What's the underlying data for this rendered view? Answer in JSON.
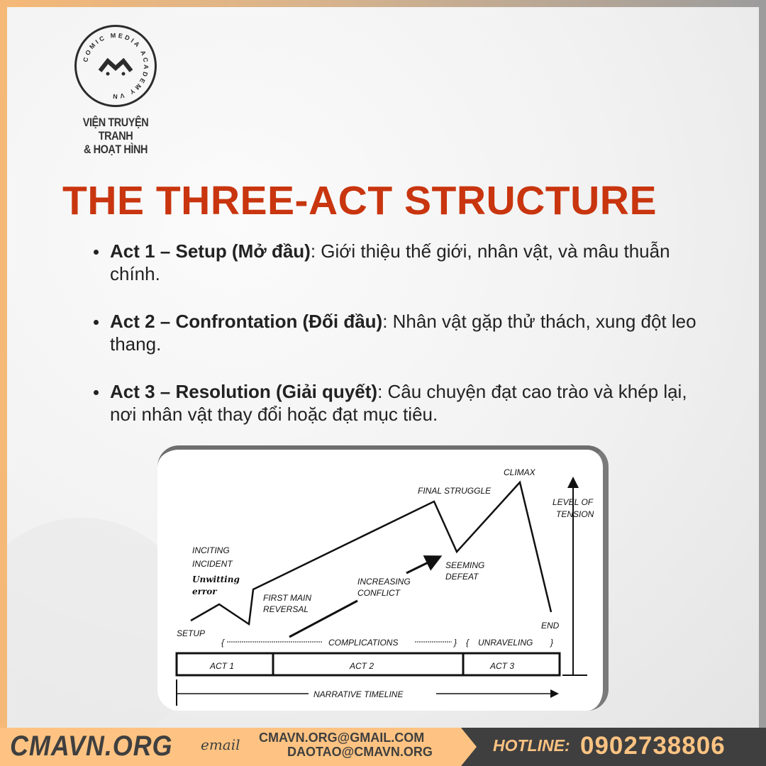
{
  "logo": {
    "ring_text": "COMIC MEDIA ACADEMY VN",
    "line1": "VIỆN TRUYỆN TRANH",
    "line2": "& HOẠT HÌNH"
  },
  "title": "THE THREE-ACT STRUCTURE",
  "bullets": [
    {
      "bold": "Act 1 – Setup (Mở đầu)",
      "text": ": Giới thiệu thế giới, nhân vật, và mâu thuẫn chính."
    },
    {
      "bold": "Act 2 – Confrontation (Đối đầu)",
      "text": ": Nhân vật gặp thử thách, xung đột leo thang."
    },
    {
      "bold": "Act 3 – Resolution (Giải quyết)",
      "text": ": Câu chuyện đạt cao trào và khép lại, nơi nhân vật thay đổi hoặc đạt mục tiêu."
    }
  ],
  "diagram": {
    "setup": "SETUP",
    "inciting1": "INCITING",
    "inciting2": "INCIDENT",
    "unwitting1": "Unwitting",
    "unwitting2": "error",
    "reversal1": "FIRST MAIN",
    "reversal2": "REVERSAL",
    "conflict1": "INCREASING",
    "conflict2": "CONFLICT",
    "defeat1": "SEEMING",
    "defeat2": "DEFEAT",
    "final": "FINAL STRUGGLE",
    "climax": "CLIMAX",
    "end": "END",
    "tension1": "LEVEL OF",
    "tension2": "TENSION",
    "complications": "COMPLICATIONS",
    "unraveling": "UNRAVELING",
    "act1": "ACT 1",
    "act2": "ACT 2",
    "act3": "ACT 3",
    "timeline": "NARRATIVE TIMELINE"
  },
  "footer": {
    "site": "CMAVN.ORG",
    "email_label": "email",
    "email1": "CMAVN.ORG@GMAIL.COM",
    "email2": "DAOTAO@CMAVN.ORG",
    "hotline_label": "HOTLINE:",
    "phone": "0902738806"
  },
  "colors": {
    "title": "#c8350e",
    "footer_orange": "#fec382",
    "footer_dark": "#3f3f3f"
  }
}
